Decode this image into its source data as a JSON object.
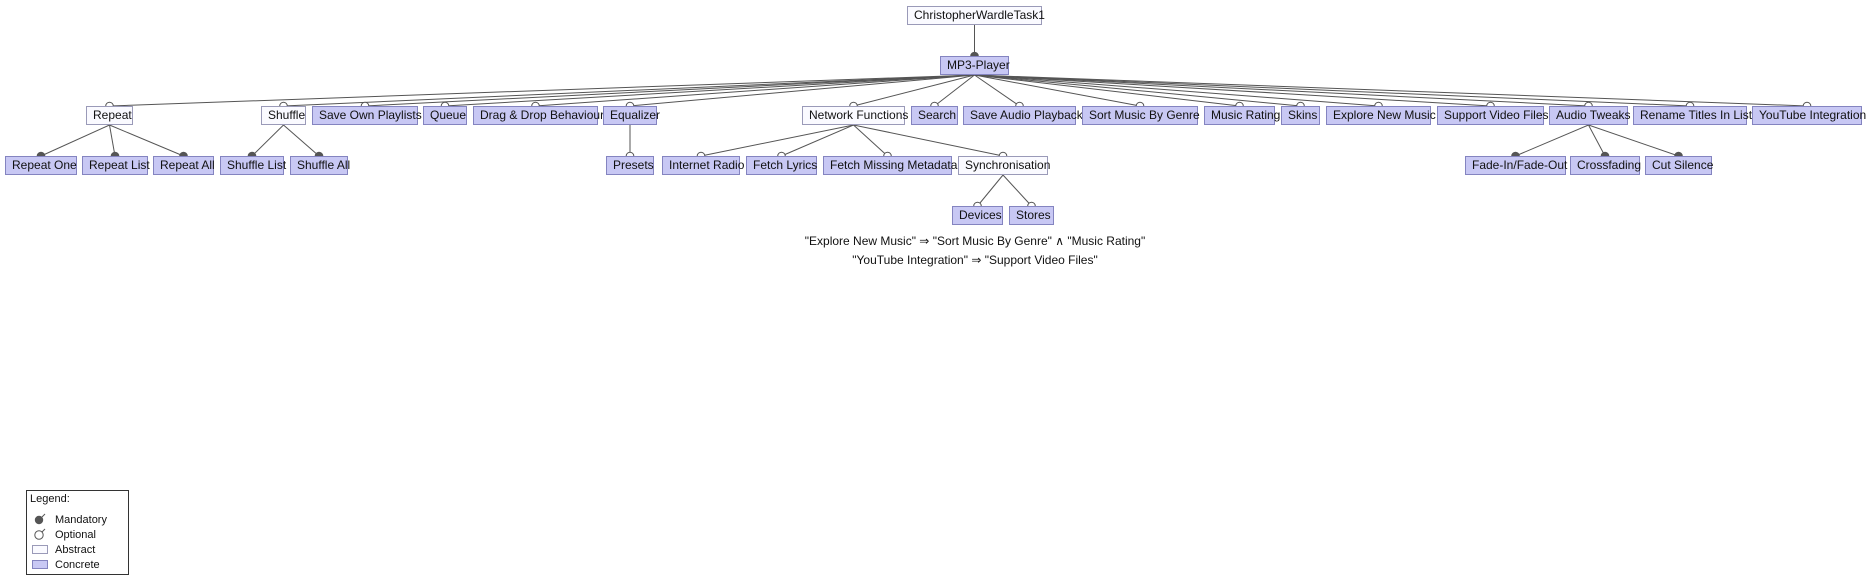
{
  "diagram": {
    "root": "ChristopherWardleTask1",
    "nodes": {
      "root": "ChristopherWardleTask1",
      "mp3": "MP3-Player",
      "repeat": "Repeat",
      "shuffle": "Shuffle",
      "saveOwnPlaylists": "Save Own Playlists",
      "queue": "Queue",
      "dragDrop": "Drag & Drop Behaviour",
      "equalizer": "Equalizer",
      "networkFunctions": "Network Functions",
      "search": "Search",
      "saveAudioPlayback": "Save Audio Playback",
      "sortByGenre": "Sort Music By Genre",
      "musicRating": "Music Rating",
      "skins": "Skins",
      "exploreNewMusic": "Explore New Music",
      "supportVideoFiles": "Support Video Files",
      "audioTweaks": "Audio Tweaks",
      "renameTitles": "Rename Titles In List",
      "youtube": "YouTube Integration",
      "repeatOne": "Repeat One",
      "repeatList": "Repeat List",
      "repeatAll": "Repeat All",
      "shuffleList": "Shuffle List",
      "shuffleAll": "Shuffle All",
      "presets": "Presets",
      "internetRadio": "Internet Radio",
      "fetchLyrics": "Fetch Lyrics",
      "fetchMissingMetadata": "Fetch Missing Metadata",
      "synchronisation": "Synchronisation",
      "devices": "Devices",
      "stores": "Stores",
      "fadeInOut": "Fade-In/Fade-Out",
      "crossfading": "Crossfading",
      "cutSilence": "Cut Silence"
    },
    "constraints": [
      "\"Explore New Music\"  ⇒  \"Sort Music By Genre\"  ∧  \"Music Rating\"",
      "\"YouTube Integration\"  ⇒  \"Support Video Files\""
    ],
    "legend": {
      "title": "Legend:",
      "mandatory": "Mandatory",
      "optional": "Optional",
      "abstract": "Abstract",
      "concrete": "Concrete"
    },
    "colors": {
      "concrete_fill": "#c8c8f4",
      "abstract_fill": "#fafaff",
      "edge": "#555555",
      "mandatory_dot": "#555555"
    }
  }
}
